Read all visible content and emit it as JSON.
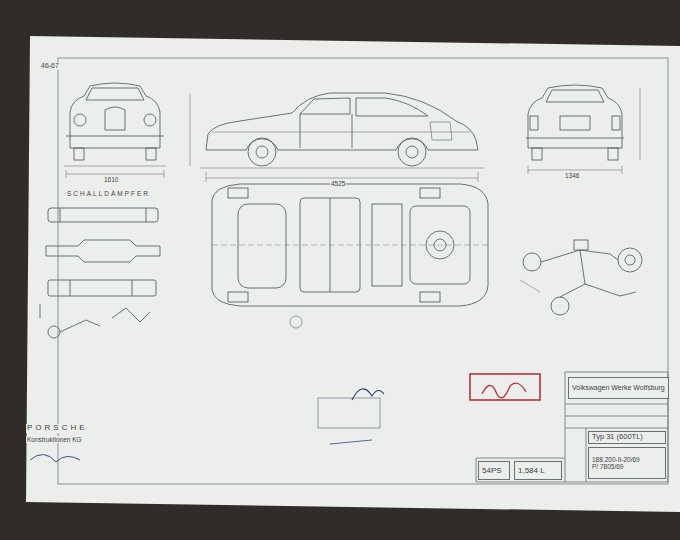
{
  "diagram": {
    "nodes": [
      {
        "text": [
          "Volkswagen Werke Wolfsburg"
        ]
      },
      {
        "text": [
          "Typ 31 (600TL)"
        ]
      },
      {
        "text": [
          "188.200-II-20/69",
          "P/ 7805/69"
        ]
      },
      {
        "text": [
          "54PS"
        ]
      },
      {
        "text": [
          "1,584 L"
        ]
      }
    ],
    "labels": [
      "46-67",
      "1610",
      "4525",
      "1346",
      "SCHALLDÄMPFER",
      "PORSCHE",
      "Konstruktionen KG"
    ]
  }
}
